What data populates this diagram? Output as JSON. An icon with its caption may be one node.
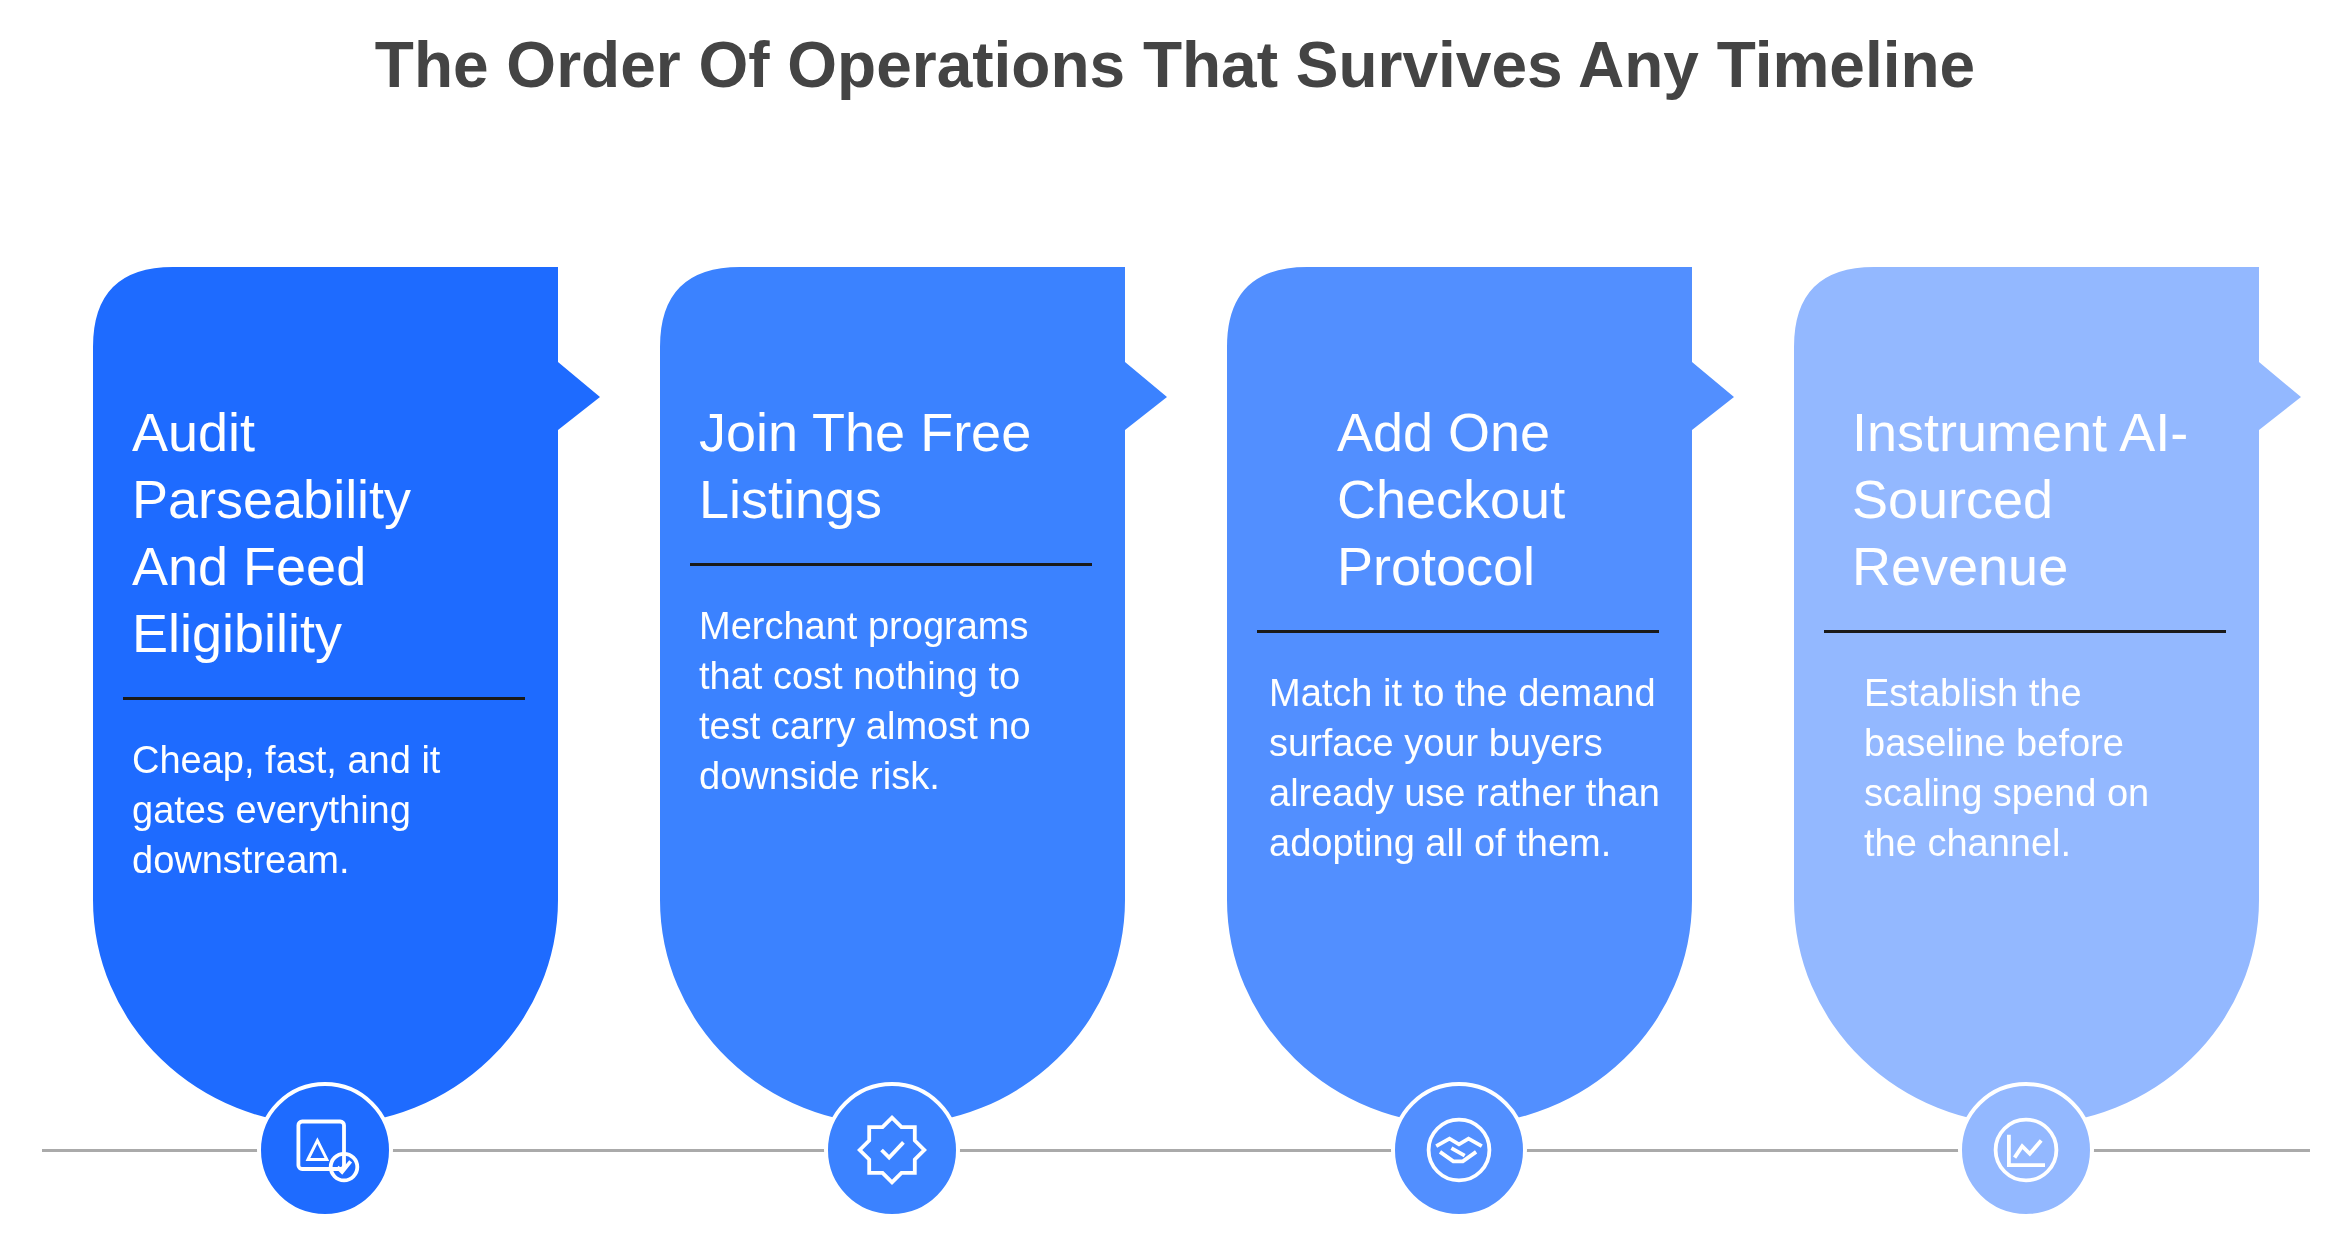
{
  "diagram": {
    "title": "The Order Of Operations That Survives Any Timeline",
    "nodes": [
      {
        "text": [
          "Audit Parseability And Feed Eligibility",
          "Cheap, fast, and it gates everything downstream."
        ]
      },
      {
        "text": [
          "Join The Free Listings",
          "Merchant programs that cost nothing to test carry almost no downside risk."
        ]
      },
      {
        "text": [
          "Add One Checkout Protocol",
          "Match it to the demand surface your buyers already use rather than adopting all of them."
        ]
      },
      {
        "text": [
          "Instrument AI-Sourced Revenue",
          "Establish the baseline before scaling spend on the channel."
        ]
      }
    ]
  }
}
